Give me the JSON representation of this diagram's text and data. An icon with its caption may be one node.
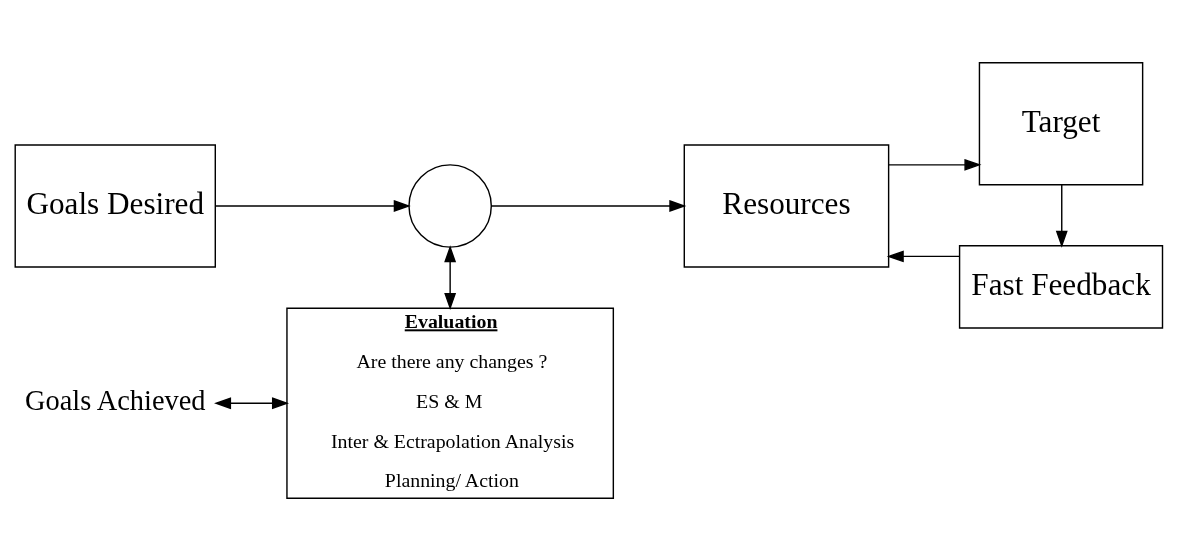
{
  "diagram": {
    "nodes": [
      {
        "text": [
          "Goals Desired"
        ]
      },
      {
        "text": [],
        "shape": "circle"
      },
      {
        "text": [
          "Resources"
        ]
      },
      {
        "text": [
          "Target"
        ]
      },
      {
        "text": [
          "Goals Achieved"
        ]
      },
      {
        "text": [
          "Fast Feedback"
        ]
      },
      {
        "text": [
          "Evaluation",
          "Are there any changes ?",
          "ES & M",
          "Inter & Ectrapolation Analysis",
          "Planning/ Action"
        ]
      }
    ],
    "edges": [
      {
        "from": 0,
        "to": 1,
        "arrow": "to"
      },
      {
        "from": 1,
        "to": 2,
        "arrow": "to"
      },
      {
        "from": 2,
        "to": 3,
        "arrow": "to"
      },
      {
        "from": 3,
        "to": 5,
        "arrow": "to"
      },
      {
        "from": 5,
        "to": 2,
        "arrow": "to"
      },
      {
        "from": 1,
        "to": 6,
        "arrow": "both"
      },
      {
        "from": 4,
        "to": 6,
        "arrow": "both"
      }
    ]
  }
}
